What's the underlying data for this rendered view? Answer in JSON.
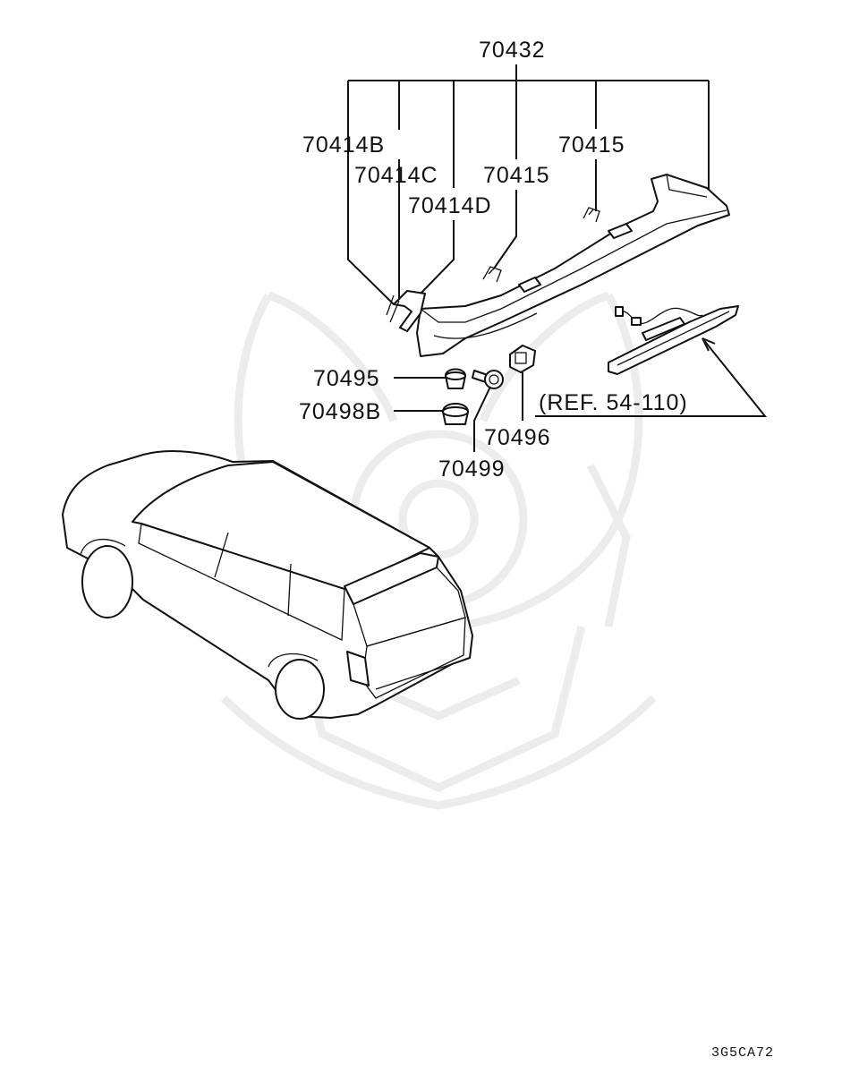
{
  "diagram": {
    "labels": {
      "assembly": "70432",
      "bracket_b": "70414B",
      "bracket_c": "70414C",
      "bracket_d": "70414D",
      "clip_upper": "70415",
      "clip_lower": "70415",
      "grommet": "70495",
      "cap": "70498B",
      "screw": "70499",
      "nut": "70496",
      "ref": "(REF. 54-110)"
    },
    "diagram_code": "3G5CA72",
    "colors": {
      "line": "#111111",
      "background": "#ffffff",
      "watermark": "#ececec"
    }
  }
}
